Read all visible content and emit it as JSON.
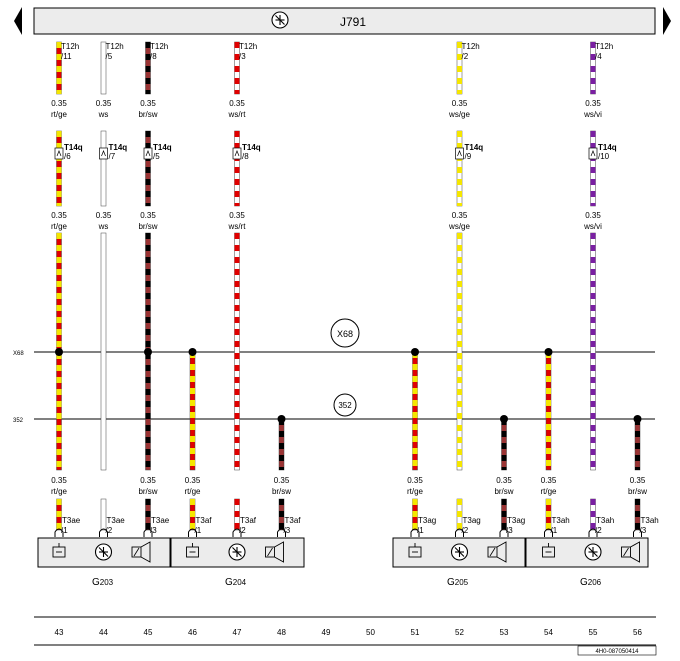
{
  "header": {
    "label": "J791",
    "symbol_icon": "ground-symbol-icon"
  },
  "buses": [
    {
      "name": "X68",
      "side_label": "X68"
    },
    {
      "name": "352",
      "side_label": "352"
    }
  ],
  "wires": [
    {
      "col": 43,
      "colors": [
        "#e00000",
        "#f5e600"
      ],
      "top_conn": "T12h",
      "top_pin": "/11",
      "t14q_pin": "6",
      "label1_size": "0.35",
      "label1_color": "rt/ge",
      "label2_size": "0.35",
      "label2_color": "rt/ge",
      "label3_size": "0.35",
      "label3_color": "rt/ge",
      "bottom_conn": "T3ae",
      "bottom_pin": "1",
      "bus": "X68"
    },
    {
      "col": 44,
      "colors": [
        "#ffffff",
        "#ffffff"
      ],
      "top_conn": "T12h",
      "top_pin": "/5",
      "t14q_pin": "7",
      "label1_size": "0.35",
      "label1_color": "ws",
      "label2_size": "0.35",
      "label2_color": "ws",
      "label3_size": "",
      "label3_color": "",
      "bottom_conn": "T3ae",
      "bottom_pin": "2",
      "bus": ""
    },
    {
      "col": 45,
      "colors": [
        "#9b3434",
        "#000000"
      ],
      "top_conn": "T12h",
      "top_pin": "/8",
      "t14q_pin": "5",
      "label1_size": "0.35",
      "label1_color": "br/sw",
      "label2_size": "0.35",
      "label2_color": "br/sw",
      "label3_size": "0.35",
      "label3_color": "br/sw",
      "bottom_conn": "T3ae",
      "bottom_pin": "3",
      "bus": "X68"
    },
    {
      "col": 46,
      "colors": [
        "#e00000",
        "#f5e600"
      ],
      "top_conn": "",
      "top_pin": "",
      "t14q_pin": "",
      "label1_size": "",
      "label1_color": "",
      "label2_size": "",
      "label2_color": "",
      "label3_size": "0.35",
      "label3_color": "rt/ge",
      "bottom_conn": "T3af",
      "bottom_pin": "1",
      "bus": "X68"
    },
    {
      "col": 47,
      "colors": [
        "#ffffff",
        "#e00000"
      ],
      "top_conn": "T12h",
      "top_pin": "/3",
      "t14q_pin": "8",
      "label1_size": "0.35",
      "label1_color": "ws/rt",
      "label2_size": "0.35",
      "label2_color": "ws/rt",
      "label3_size": "",
      "label3_color": "",
      "bottom_conn": "T3af",
      "bottom_pin": "2",
      "bus": ""
    },
    {
      "col": 48,
      "colors": [
        "#9b3434",
        "#000000"
      ],
      "top_conn": "",
      "top_pin": "",
      "t14q_pin": "",
      "label1_size": "",
      "label1_color": "",
      "label2_size": "",
      "label2_color": "",
      "label3_size": "0.35",
      "label3_color": "br/sw",
      "bottom_conn": "T3af",
      "bottom_pin": "3",
      "bus": "352"
    },
    {
      "col": 51,
      "colors": [
        "#e00000",
        "#f5e600"
      ],
      "top_conn": "",
      "top_pin": "",
      "t14q_pin": "",
      "label1_size": "",
      "label1_color": "",
      "label2_size": "",
      "label2_color": "",
      "label3_size": "0.35",
      "label3_color": "rt/ge",
      "bottom_conn": "T3ag",
      "bottom_pin": "1",
      "bus": "X68"
    },
    {
      "col": 52,
      "colors": [
        "#ffffff",
        "#f5e600"
      ],
      "top_conn": "T12h",
      "top_pin": "/2",
      "t14q_pin": "9",
      "label1_size": "0.35",
      "label1_color": "ws/ge",
      "label2_size": "0.35",
      "label2_color": "ws/ge",
      "label3_size": "",
      "label3_color": "",
      "bottom_conn": "T3ag",
      "bottom_pin": "2",
      "bus": ""
    },
    {
      "col": 53,
      "colors": [
        "#9b3434",
        "#000000"
      ],
      "top_conn": "",
      "top_pin": "",
      "t14q_pin": "",
      "label1_size": "",
      "label1_color": "",
      "label2_size": "",
      "label2_color": "",
      "label3_size": "0.35",
      "label3_color": "br/sw",
      "bottom_conn": "T3ag",
      "bottom_pin": "3",
      "bus": "352"
    },
    {
      "col": 54,
      "colors": [
        "#e00000",
        "#f5e600"
      ],
      "top_conn": "",
      "top_pin": "",
      "t14q_pin": "",
      "label1_size": "",
      "label1_color": "",
      "label2_size": "",
      "label2_color": "",
      "label3_size": "0.35",
      "label3_color": "rt/ge",
      "bottom_conn": "T3ah",
      "bottom_pin": "1",
      "bus": "X68"
    },
    {
      "col": 55,
      "colors": [
        "#ffffff",
        "#7a1fa2"
      ],
      "top_conn": "T12h",
      "top_pin": "/4",
      "t14q_pin": "10",
      "label1_size": "0.35",
      "label1_color": "ws/vi",
      "label2_size": "0.35",
      "label2_color": "ws/vi",
      "label3_size": "",
      "label3_color": "",
      "bottom_conn": "T3ah",
      "bottom_pin": "2",
      "bus": ""
    },
    {
      "col": 56,
      "colors": [
        "#9b3434",
        "#000000"
      ],
      "top_conn": "",
      "top_pin": "",
      "t14q_pin": "",
      "label1_size": "",
      "label1_color": "",
      "label2_size": "",
      "label2_color": "",
      "label3_size": "0.35",
      "label3_color": "br/sw",
      "bottom_conn": "T3ah",
      "bottom_pin": "3",
      "bus": "352"
    }
  ],
  "t14q_label": "T14q",
  "components": [
    {
      "name": "G203",
      "prefix": "G",
      "num": "203",
      "icons": [
        "sensor-icon",
        "ground-symbol-icon",
        "speaker-icon"
      ]
    },
    {
      "name": "G204",
      "prefix": "G",
      "num": "204",
      "icons": [
        "sensor-icon",
        "ground-symbol-icon",
        "speaker-icon"
      ]
    },
    {
      "name": "G205",
      "prefix": "G",
      "num": "205",
      "icons": [
        "sensor-icon",
        "ground-symbol-icon",
        "speaker-icon"
      ]
    },
    {
      "name": "G206",
      "prefix": "G",
      "num": "206",
      "icons": [
        "sensor-icon",
        "ground-symbol-icon",
        "speaker-icon"
      ]
    }
  ],
  "columns": [
    "43",
    "44",
    "45",
    "46",
    "47",
    "48",
    "49",
    "50",
    "51",
    "52",
    "53",
    "54",
    "55",
    "56"
  ],
  "footer_code": "4H0-087050414"
}
